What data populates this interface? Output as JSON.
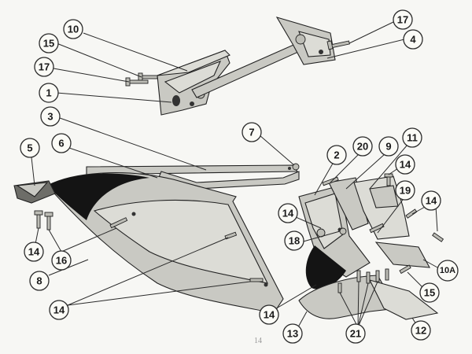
{
  "figure": {
    "page_number": "14",
    "callouts": [
      {
        "id": "c10",
        "label": "10"
      },
      {
        "id": "c15a",
        "label": "15"
      },
      {
        "id": "c17a",
        "label": "17"
      },
      {
        "id": "c1",
        "label": "1"
      },
      {
        "id": "c17b",
        "label": "17"
      },
      {
        "id": "c4",
        "label": "4"
      },
      {
        "id": "c3",
        "label": "3"
      },
      {
        "id": "c7",
        "label": "7"
      },
      {
        "id": "c5",
        "label": "5"
      },
      {
        "id": "c6",
        "label": "6"
      },
      {
        "id": "c14a",
        "label": "14"
      },
      {
        "id": "c16",
        "label": "16"
      },
      {
        "id": "c8",
        "label": "8"
      },
      {
        "id": "c14b",
        "label": "14"
      },
      {
        "id": "c2",
        "label": "2"
      },
      {
        "id": "c20",
        "label": "20"
      },
      {
        "id": "c9",
        "label": "9"
      },
      {
        "id": "c11",
        "label": "11"
      },
      {
        "id": "c14c",
        "label": "14"
      },
      {
        "id": "c19",
        "label": "19"
      },
      {
        "id": "c14d",
        "label": "14"
      },
      {
        "id": "c14e",
        "label": "14"
      },
      {
        "id": "c18",
        "label": "18"
      },
      {
        "id": "c10a",
        "label": "10A"
      },
      {
        "id": "c15b",
        "label": "15"
      },
      {
        "id": "c14f",
        "label": "14"
      },
      {
        "id": "c13",
        "label": "13"
      },
      {
        "id": "c21",
        "label": "21"
      },
      {
        "id": "c12",
        "label": "12"
      }
    ]
  }
}
